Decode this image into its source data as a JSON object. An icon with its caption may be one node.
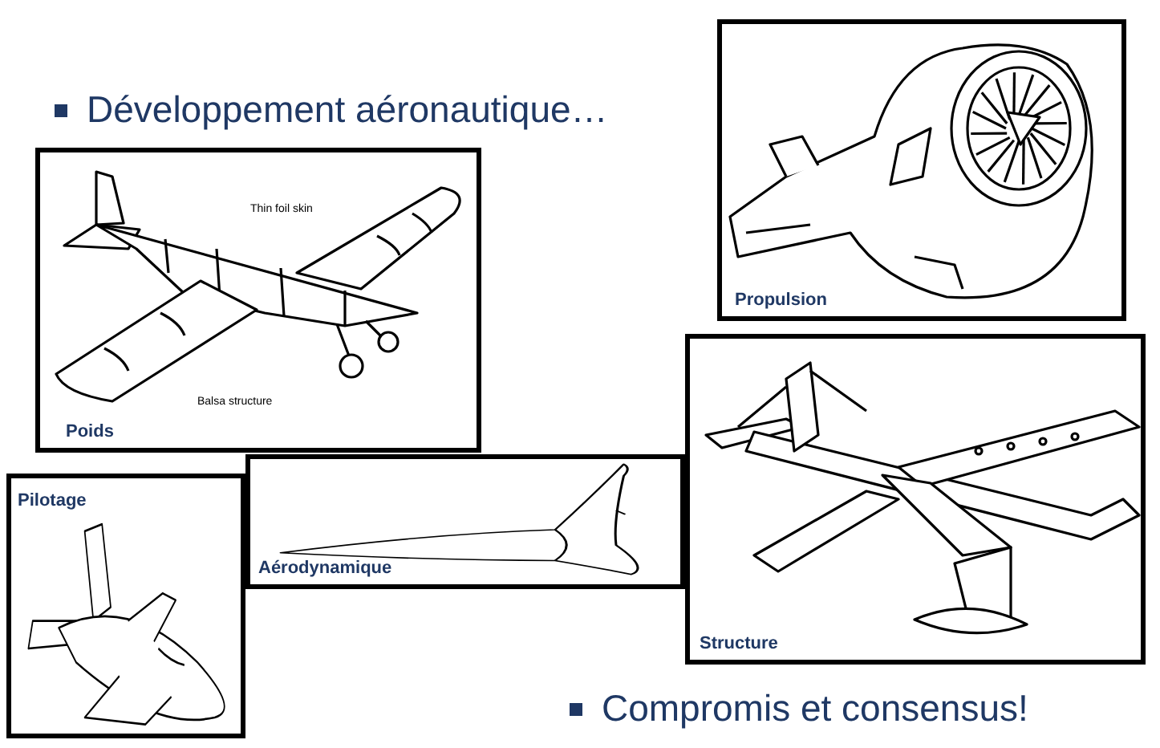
{
  "diagram": {
    "title": "Développement aéronautique…",
    "nodes": [
      {
        "text": [
          "Thin foil skin",
          "Balsa structure",
          "Poids"
        ]
      },
      {
        "text": [
          "Propulsion"
        ]
      },
      {
        "text": [
          "Aérodynamique"
        ]
      },
      {
        "text": [
          "Structure"
        ]
      },
      {
        "text": [
          "Pilotage"
        ]
      }
    ],
    "labels": [
      "Compromis et consensus!"
    ]
  }
}
